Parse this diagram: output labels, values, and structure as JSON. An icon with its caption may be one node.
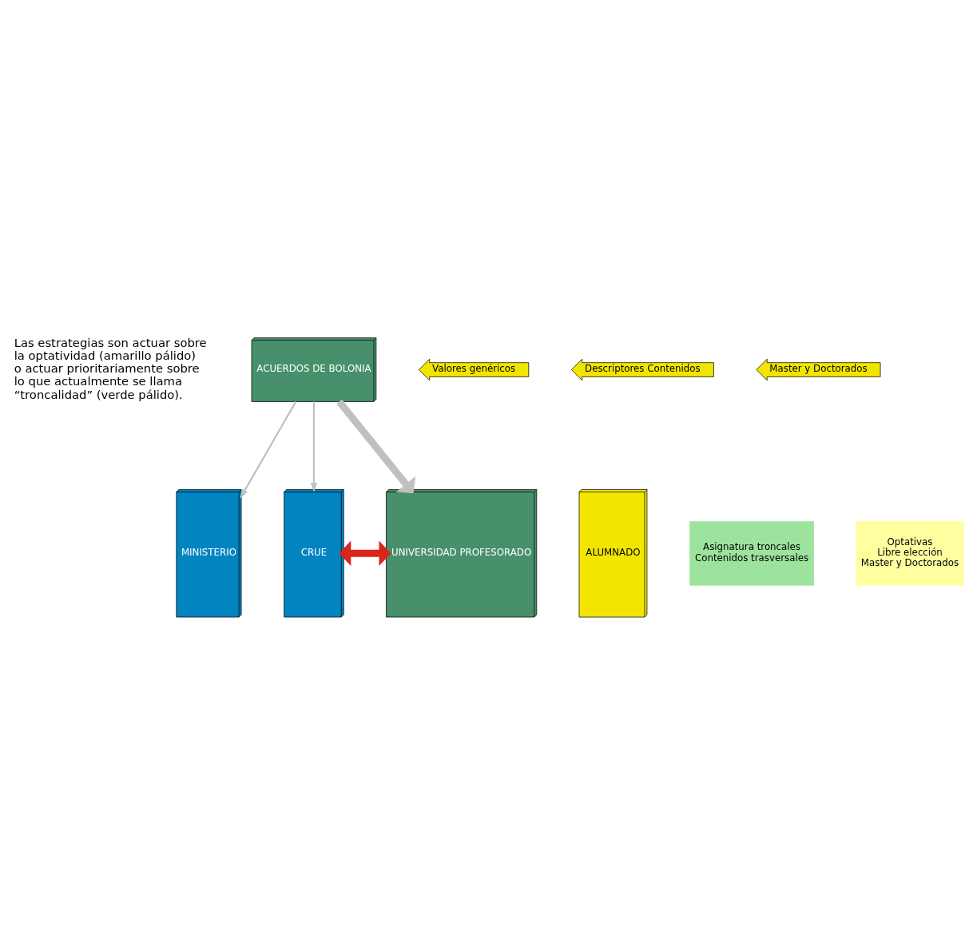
{
  "diagram": {
    "nodes": [
      {
        "text": [
          "MINISTERIO"
        ]
      },
      {
        "text": [
          "CRUE"
        ]
      },
      {
        "text": [
          "UNIVERSIDAD PROFESORADO"
        ]
      },
      {
        "text": [
          "ALUMNADO"
        ]
      },
      {
        "text": [
          "ACUERDOS DE BOLONIA"
        ]
      },
      {
        "text": [
          "Valores genéricos"
        ]
      },
      {
        "text": [
          "Descriptores Contenidos"
        ]
      },
      {
        "text": [
          "Master y Doctorados"
        ]
      },
      {
        "text": [
          "Asignatura troncales",
          "Contenidos trasversales"
        ]
      },
      {
        "text": [
          "Optativas",
          "Libre elección",
          "Master y Doctorados"
        ]
      }
    ],
    "edges": [
      {
        "from": 4,
        "to": 0,
        "arrow": "to",
        "color": "#c0c0c0"
      },
      {
        "from": 4,
        "to": 1,
        "arrow": "to",
        "color": "#c0c0c0"
      },
      {
        "from": 4,
        "to": 2,
        "arrow": "to",
        "style": "thick",
        "color": "#c0c0c0"
      },
      {
        "from": 1,
        "to": 2,
        "arrow": "both",
        "style": "thick",
        "color": "#d9261c"
      }
    ],
    "labels": [
      "Las estrategias son actuar sobre la optatividad (amarillo pálido) o actuar prioritariamente sobre lo que actualmente se llama “troncalidad” (verde pálido)."
    ]
  }
}
